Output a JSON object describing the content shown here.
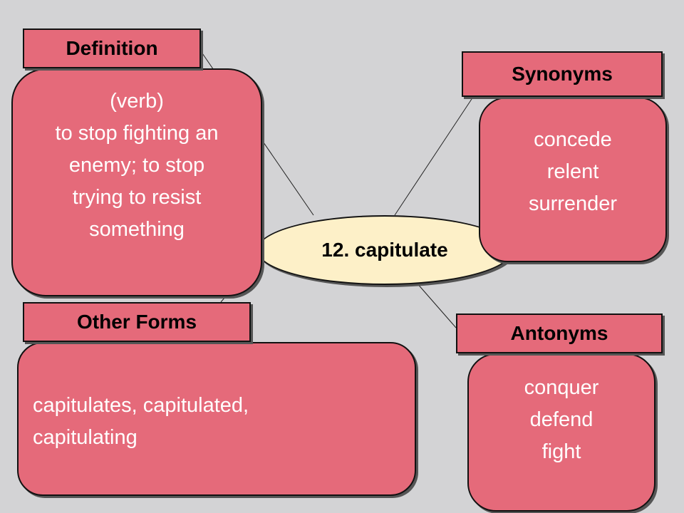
{
  "center_term": "12. capitulate",
  "definition": {
    "label": "Definition",
    "lines": [
      "(verb)",
      "to stop fighting an",
      "enemy; to stop",
      "trying to resist",
      "something"
    ]
  },
  "synonyms": {
    "label": "Synonyms",
    "lines": [
      "concede",
      "relent",
      "surrender"
    ]
  },
  "other_forms": {
    "label": "Other Forms",
    "lines": [
      "capitulates, capitulated,",
      "capitulating"
    ]
  },
  "antonyms": {
    "label": "Antonyms",
    "lines": [
      "conquer",
      "defend",
      "fight"
    ]
  },
  "colors": {
    "background": "#d3d3d5",
    "box_fill": "#e56a7a",
    "center_fill": "#fdf0c8",
    "border": "#111111"
  }
}
